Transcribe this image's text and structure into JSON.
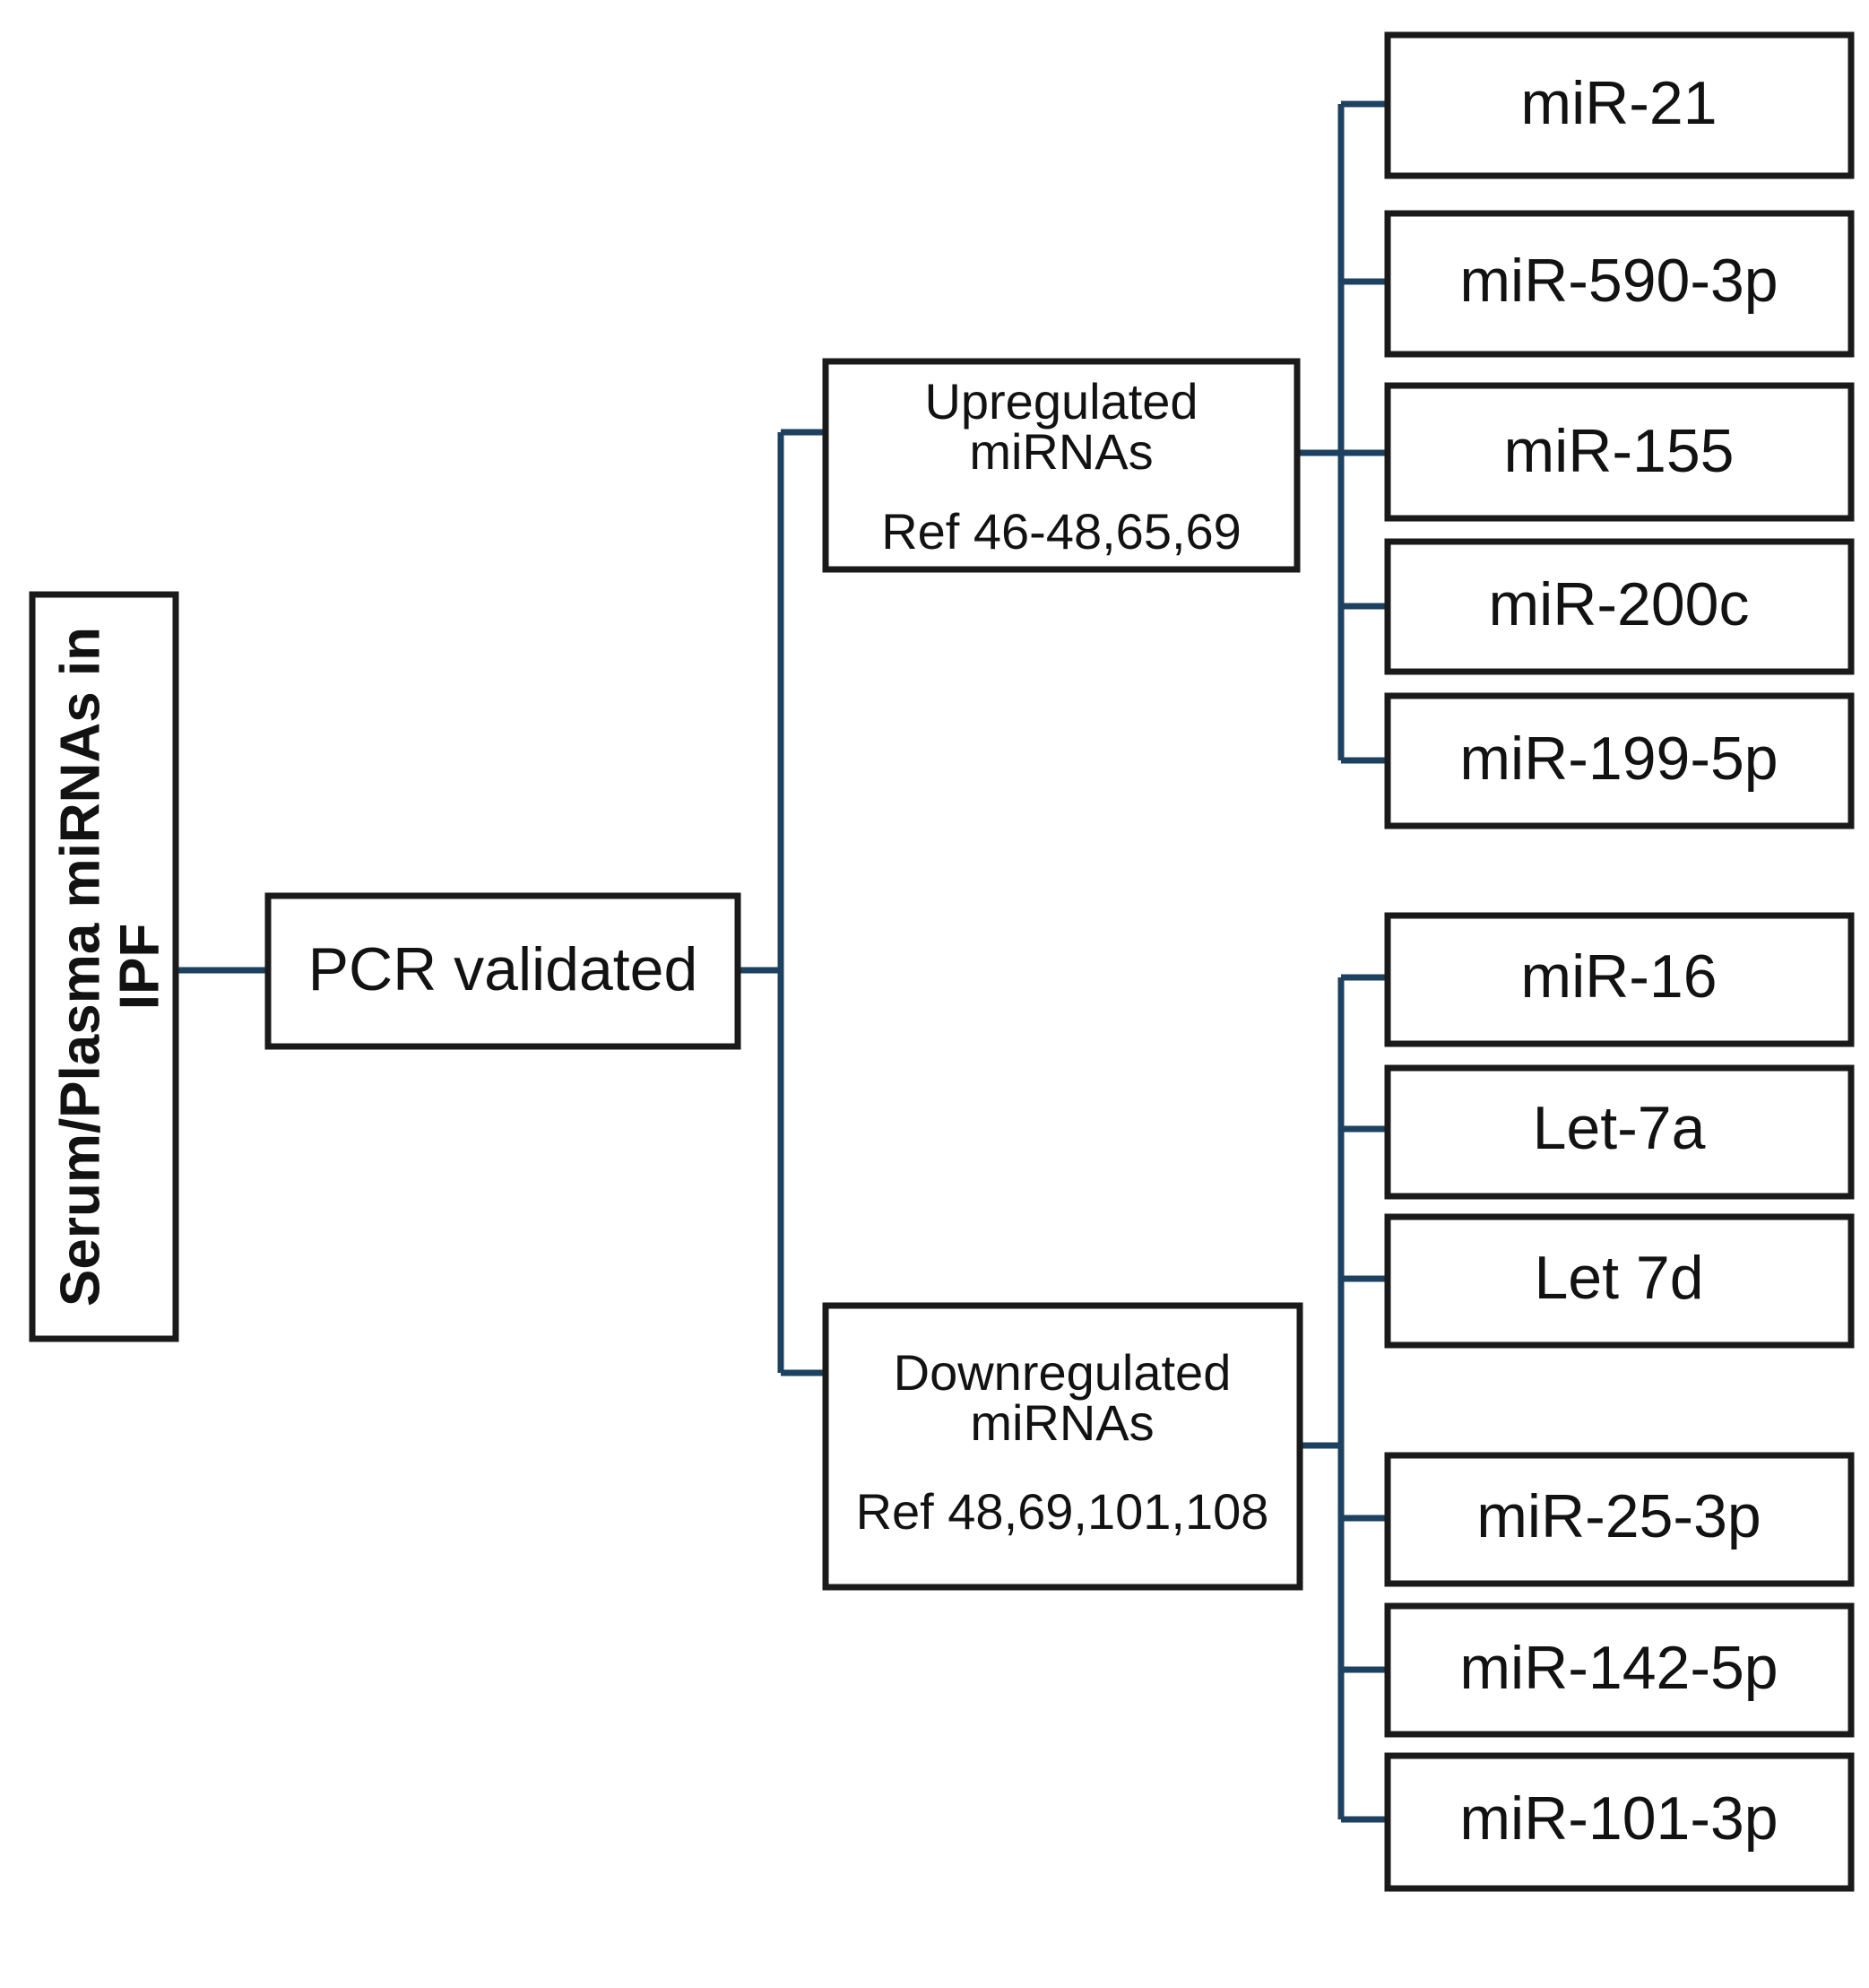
{
  "diagram": {
    "type": "flowchart-tree",
    "orientation": "left-to-right",
    "colors": {
      "connector": "#1d4160",
      "box_border": "#1a1a1a",
      "box_fill": "#ffffff",
      "text": "#121212",
      "background": "#ffffff"
    },
    "root": {
      "label_line_1": "Serum/Plasma miRNAs  in",
      "label_line_2": "IPF"
    },
    "stage": {
      "label": "PCR validated"
    },
    "groups": [
      {
        "id": "upregulated",
        "title_line_1": "Upregulated",
        "title_line_2": "miRNAs",
        "reference": "Ref 46-48,65,69",
        "leaves": [
          {
            "label": "miR-21"
          },
          {
            "label": "miR-590-3p"
          },
          {
            "label": "miR-155"
          },
          {
            "label": "miR-200c"
          },
          {
            "label": "miR-199-5p"
          }
        ]
      },
      {
        "id": "downregulated",
        "title_line_1": "Downregulated",
        "title_line_2": "miRNAs",
        "reference": "Ref 48,69,101,108",
        "leaves": [
          {
            "label": "miR-16"
          },
          {
            "label": "Let-7a"
          },
          {
            "label": "Let 7d"
          },
          {
            "label": "miR-25-3p"
          },
          {
            "label": "miR-142-5p"
          },
          {
            "label": "miR-101-3p"
          }
        ]
      }
    ]
  }
}
